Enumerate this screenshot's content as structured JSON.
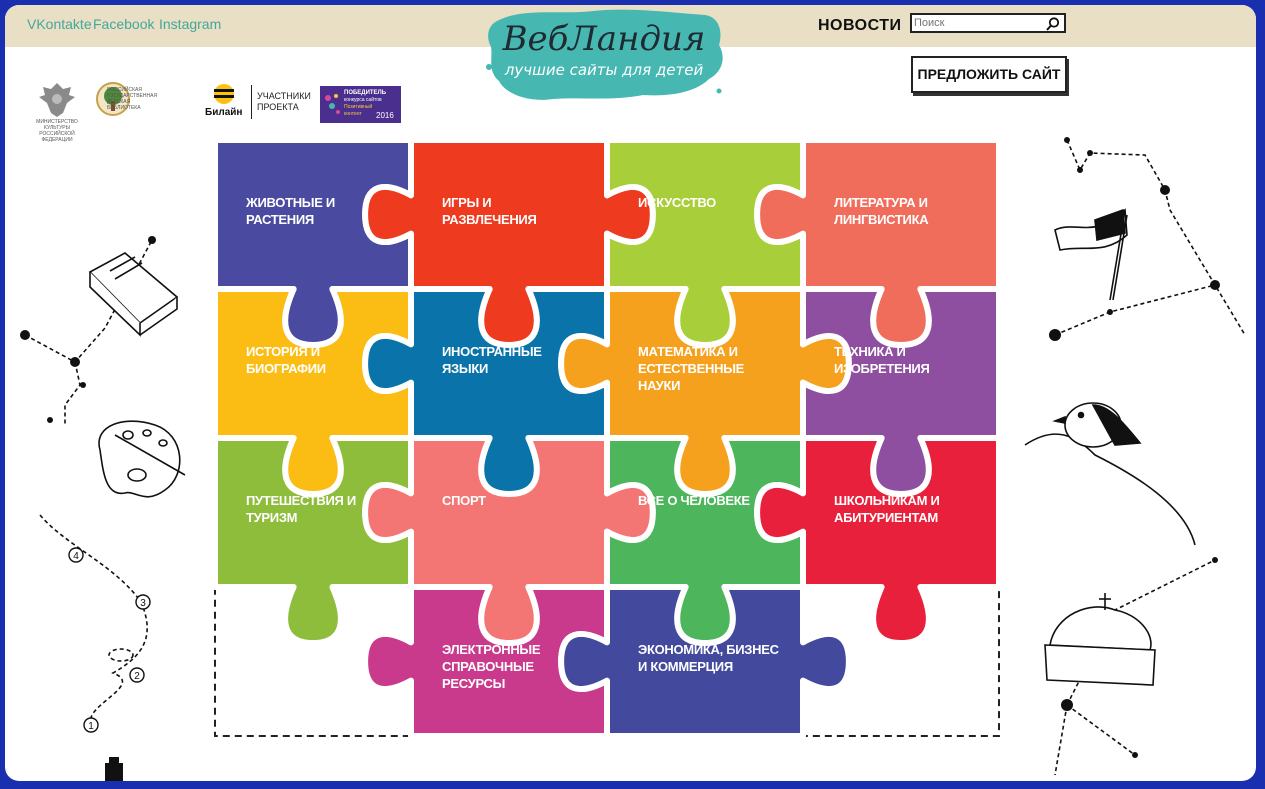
{
  "header": {
    "social": [
      "VKontakte",
      "Facebook",
      "Instagram"
    ],
    "logo_title": "ВебЛандия",
    "logo_subtitle": "лучшие сайты для детей",
    "news_label": "НОВОСТИ",
    "search_placeholder": "Поиск",
    "suggest_button": "ПРЕДЛОЖИТЬ САЙТ"
  },
  "partners": {
    "ministry": "МИНИСТЕРСТВО КУЛЬТУРЫ РОССИЙСКОЙ ФЕДЕРАЦИИ",
    "library": [
      "РОССИЙСКАЯ",
      "ГОСУДАРСТВЕННАЯ",
      "ДЕТСКАЯ",
      "БИБЛИОТЕКА"
    ],
    "beeline": "Билайн",
    "participants": [
      "УЧАСТНИКИ",
      "ПРОЕКТА"
    ],
    "winner": [
      "ПОБЕДИТЕЛЬ",
      "конкурса сайтов",
      "Позитивный",
      "контент",
      "2016"
    ]
  },
  "categories": [
    {
      "name": "ЖИВОТНЫЕ И РАСТЕНИЯ",
      "lines": [
        "ЖИВОТНЫЕ И",
        "РАСТЕНИЯ"
      ],
      "color": "#4a4aa0"
    },
    {
      "name": "ИГРЫ И РАЗВЛЕЧЕНИЯ",
      "lines": [
        "ИГРЫ И",
        "РАЗВЛЕЧЕНИЯ"
      ],
      "color": "#ee3a1e"
    },
    {
      "name": "ИСКУССТВО",
      "lines": [
        "ИСКУССТВО"
      ],
      "color": "#a8cf3a"
    },
    {
      "name": "ЛИТЕРАТУРА И ЛИНГВИСТИКА",
      "lines": [
        "ЛИТЕРАТУРА И",
        "ЛИНГВИСТИКА"
      ],
      "color": "#f06d5c"
    },
    {
      "name": "ИСТОРИЯ И БИОГРАФИИ",
      "lines": [
        "ИСТОРИЯ И",
        "БИОГРАФИИ"
      ],
      "color": "#fbbd14"
    },
    {
      "name": "ИНОСТРАННЫЕ ЯЗЫКИ",
      "lines": [
        "ИНОСТРАННЫЕ",
        "ЯЗЫКИ"
      ],
      "color": "#0a74aa"
    },
    {
      "name": "МАТЕМАТИКА И ЕСТЕСТВЕННЫЕ НАУКИ",
      "lines": [
        "МАТЕМАТИКА И",
        "ЕСТЕСТВЕННЫЕ",
        "НАУКИ"
      ],
      "color": "#f6a11e"
    },
    {
      "name": "ТЕХНИКА И ИЗОБРЕТЕНИЯ",
      "lines": [
        "ТЕХНИКА И",
        "ИЗОБРЕТЕНИЯ"
      ],
      "color": "#8e4fa0"
    },
    {
      "name": "ПУТЕШЕСТВИЯ И ТУРИЗМ",
      "lines": [
        "ПУТЕШЕСТВИЯ И",
        "ТУРИЗМ"
      ],
      "color": "#8dbd3a"
    },
    {
      "name": "СПОРТ",
      "lines": [
        "СПОРТ"
      ],
      "color": "#f37675"
    },
    {
      "name": "ВСЕ О ЧЕЛОВЕКЕ",
      "lines": [
        "ВСЕ О ЧЕЛОВЕКЕ"
      ],
      "color": "#4db55c"
    },
    {
      "name": "ШКОЛЬНИКАМ И АБИТУРИЕНТАМ",
      "lines": [
        "ШКОЛЬНИКАМ И",
        "АБИТУРИЕНТАМ"
      ],
      "color": "#e9203b"
    },
    {
      "name": "",
      "lines": [],
      "color": ""
    },
    {
      "name": "ЭЛЕКТРОННЫЕ СПРАВОЧНЫЕ РЕСУРСЫ",
      "lines": [
        "ЭЛЕКТРОННЫЕ",
        "СПРАВОЧНЫЕ",
        "РЕСУРСЫ"
      ],
      "color": "#c93a8c"
    },
    {
      "name": "ЭКОНОМИКА, БИЗНЕС И КОММЕРЦИЯ",
      "lines": [
        "ЭКОНОМИКА, БИЗНЕС",
        "И КОММЕРЦИЯ"
      ],
      "color": "#434a9e"
    },
    {
      "name": "",
      "lines": [],
      "color": ""
    }
  ],
  "doodle_numbers": [
    "4",
    "3",
    "2",
    "1"
  ]
}
